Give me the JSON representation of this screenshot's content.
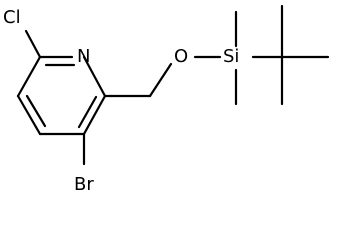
{
  "molecule": {
    "atoms": {
      "cl": "Cl",
      "n": "N",
      "o": "O",
      "si": "Si",
      "br": "Br"
    }
  }
}
